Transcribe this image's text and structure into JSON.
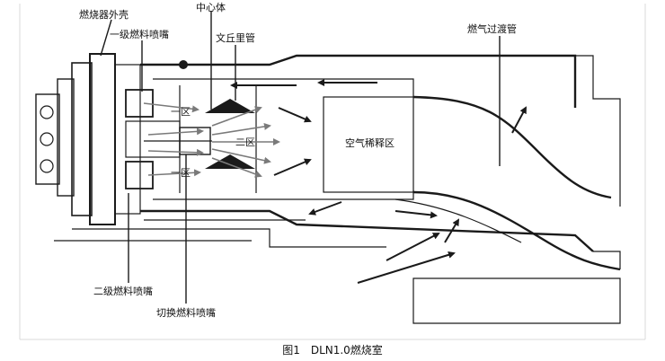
{
  "labels": {
    "burner_casing": "燃烧器外壳",
    "center_body": "中心体",
    "primary_nozzle": "一级燃料喷嘴",
    "venturi": "文丘里管",
    "transition_piece": "燃气过渡管",
    "zone_one_upper": "一区",
    "zone_one_lower": "一区",
    "zone_two": "二区",
    "dilution_zone": "空气稀释区",
    "secondary_nozzle": "二级燃料喷嘴",
    "transfer_nozzle": "切换燃料喷嘴"
  },
  "caption": "图1　DLN1.0燃烧室"
}
